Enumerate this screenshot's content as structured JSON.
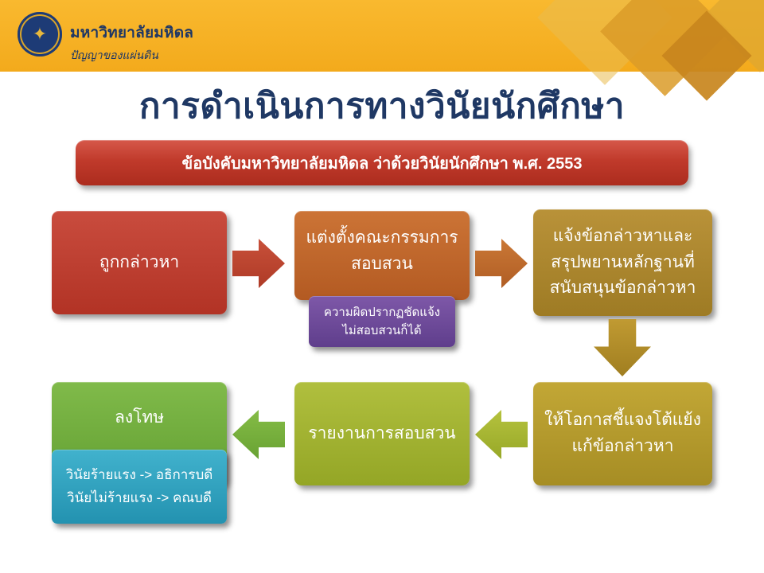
{
  "header": {
    "university_name": "มหาวิทยาลัยมหิดล",
    "university_motto": "ปัญญาของแผ่นดิน"
  },
  "slide": {
    "title": "การดำเนินการทางวินัยนักศึกษา",
    "banner": "ข้อบังคับมหาวิทยาลัยมหิดล ว่าด้วยวินัยนักศึกษา พ.ศ. 2553"
  },
  "flow": {
    "steps": [
      {
        "lines": [
          "ถูกกล่าวหา"
        ]
      },
      {
        "lines": [
          "แต่งตั้งคณะกรรมการ",
          "สอบสวน"
        ],
        "note_lines": [
          "ความผิดปรากฏชัดแจ้ง",
          "ไม่สอบสวนก็ได้"
        ]
      },
      {
        "lines": [
          "แจ้งข้อกล่าวหาและ",
          "สรุปพยานหลักฐานที่",
          "สนับสนุนข้อกล่าวหา"
        ]
      },
      {
        "lines": [
          "ให้โอกาสชี้แจงโต้แย้ง",
          "แก้ข้อกล่าวหา"
        ]
      },
      {
        "lines": [
          "รายงานการสอบสวน"
        ]
      },
      {
        "lines": [
          "ลงโทษ"
        ],
        "note_lines": [
          "วินัยร้ายแรง -> อธิการบดี",
          "วินัยไม่ร้ายแรง -> คณบดี"
        ]
      }
    ]
  },
  "colors": {
    "header_gold": "#F5AF1E",
    "title_navy": "#1F3864",
    "banner_red": "#C03A2B",
    "step1_red": "#BE3A32",
    "step2_orange": "#C2652C",
    "note_purple": "#6B4C9A",
    "step3_bronze": "#AD8A32",
    "step4_gold": "#B49B2C",
    "step5_olive": "#A3B233",
    "step6_green": "#74B044",
    "note_teal": "#33A7C4"
  },
  "icons": {
    "emblem": "✦"
  }
}
